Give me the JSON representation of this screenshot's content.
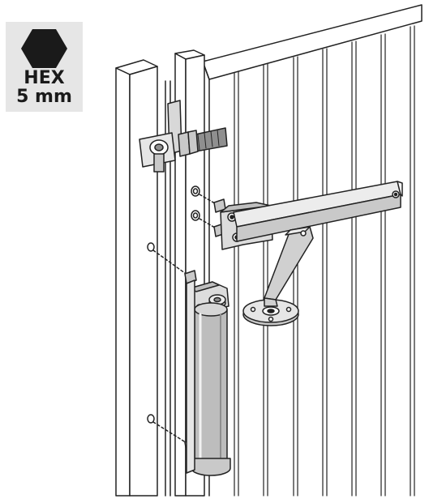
{
  "tool_badge": {
    "tool_line1": "HEX",
    "tool_line2": "5 mm",
    "icon": "hexagon-icon",
    "background_color": "#e6e6e6",
    "text_color": "#1a1a1a"
  },
  "illustration": {
    "parts": [
      "gate-post",
      "gate-leaf",
      "hinge",
      "gate-closer-cylinder",
      "closer-arm",
      "mounting-bracket",
      "mounting-plate",
      "screws"
    ],
    "line_color": "#222222",
    "metal_fill": "#c9c9c9",
    "dark_fill": "#8f8f8f"
  }
}
